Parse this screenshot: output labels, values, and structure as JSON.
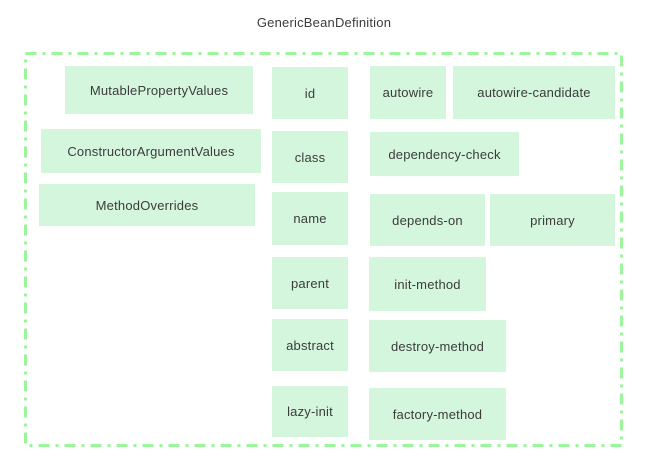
{
  "title": "GenericBeanDefinition",
  "colors": {
    "box_fill": "#d3f6dd",
    "container_border": "#9bf59b",
    "text": "#3c3c3c",
    "background": "#ffffff"
  },
  "boxes": {
    "mutable_property_values": "MutablePropertyValues",
    "constructor_argument_values": "ConstructorArgumentValues",
    "method_overrides": "MethodOverrides",
    "id": "id",
    "class": "class",
    "name": "name",
    "parent": "parent",
    "abstract": "abstract",
    "lazy_init": "lazy-init",
    "autowire": "autowire",
    "autowire_candidate": "autowire-candidate",
    "dependency_check": "dependency-check",
    "depends_on": "depends-on",
    "primary": "primary",
    "init_method": "init-method",
    "destroy_method": "destroy-method",
    "factory_method": "factory-method"
  }
}
